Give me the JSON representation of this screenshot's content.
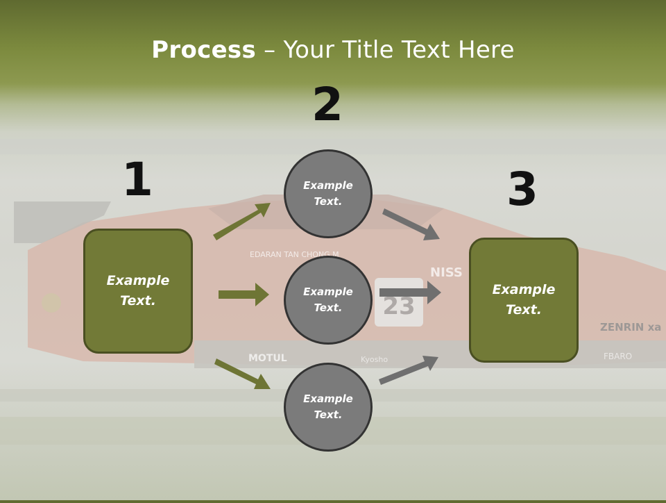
{
  "title": {
    "bold": "Process",
    "rest": "– Your Title Text Here"
  },
  "steps": {
    "one": {
      "number": "1",
      "label_line1": "Example",
      "label_line2": "Text."
    },
    "two": {
      "number": "2"
    },
    "three": {
      "number": "3",
      "label_line1": "Example",
      "label_line2": "Text."
    }
  },
  "circles": [
    {
      "label_line1": "Example",
      "label_line2": "Text."
    },
    {
      "label_line1": "Example",
      "label_line2": "Text."
    },
    {
      "label_line1": "Example",
      "label_line2": "Text."
    }
  ],
  "colors": {
    "box_fill": "#727a37",
    "box_border": "#4a4f22",
    "circle_fill": "#7b7b7b",
    "arrow_green": "#6e7535",
    "arrow_gray": "#6f6f6f"
  }
}
